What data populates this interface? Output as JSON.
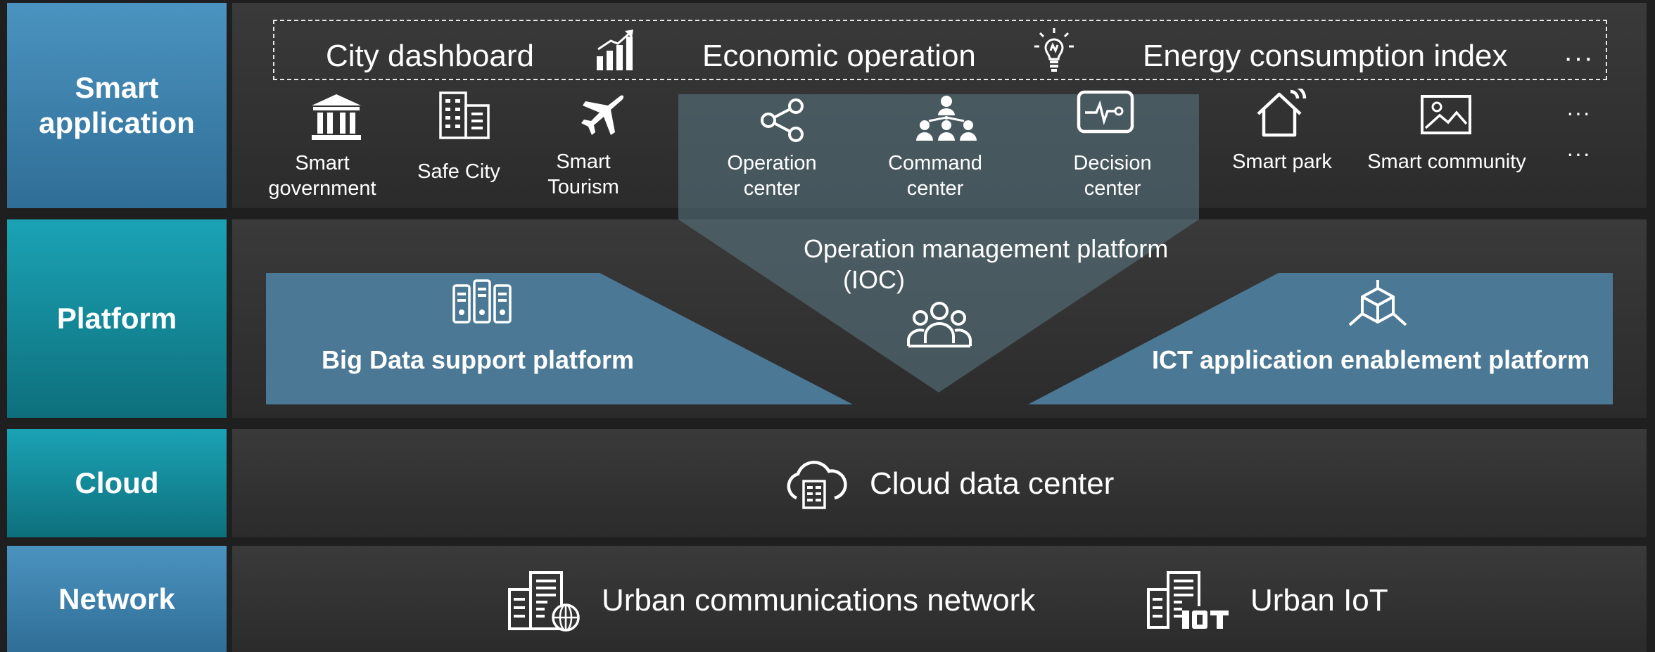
{
  "colors": {
    "background": "#1f1f1f",
    "panel": "#333333",
    "label_blue": "#3f84b2",
    "label_teal": "#1596a6",
    "platform_shape": "#4a7691",
    "ioc_shape": "#526b74"
  },
  "rows": {
    "smart_application": {
      "label": "Smart application"
    },
    "platform": {
      "label": "Platform"
    },
    "cloud": {
      "label": "Cloud"
    },
    "network": {
      "label": "Network"
    }
  },
  "dashboard_strip": {
    "items": [
      {
        "label": "City dashboard",
        "icon": "bar-chart-trend-icon"
      },
      {
        "label": "Economic operation",
        "icon": "lightbulb-icon"
      },
      {
        "label": "Energy consumption index"
      }
    ],
    "more": "···"
  },
  "applications": [
    {
      "line1": "Smart",
      "line2": "government",
      "icon": "government-building-icon"
    },
    {
      "line1": "Safe City",
      "line2": "",
      "icon": "buildings-icon"
    },
    {
      "line1": "Smart",
      "line2": "Tourism",
      "icon": "airplane-icon"
    },
    {
      "line1": "Operation",
      "line2": "center",
      "icon": "share-nodes-icon"
    },
    {
      "line1": "Command",
      "line2": "center",
      "icon": "people-hierarchy-icon"
    },
    {
      "line1": "Decision",
      "line2": "center",
      "icon": "monitor-pulse-icon"
    },
    {
      "line1": "Smart park",
      "line2": "",
      "icon": "smart-home-icon"
    },
    {
      "line1": "Smart community",
      "line2": "",
      "icon": "picture-icon"
    }
  ],
  "app_more_1": "···",
  "app_more_2": "···",
  "platform": {
    "ioc_line1": "Operation management platform",
    "ioc_line2": "(IOC)",
    "big_data": "Big Data support platform",
    "ict": "ICT application enablement platform"
  },
  "cloud": {
    "label": "Cloud data center",
    "icon": "cloud-datacenter-icon"
  },
  "network": {
    "comms": "Urban communications network",
    "comms_icon": "building-globe-icon",
    "iot": "Urban IoT",
    "iot_icon": "building-iot-icon"
  }
}
